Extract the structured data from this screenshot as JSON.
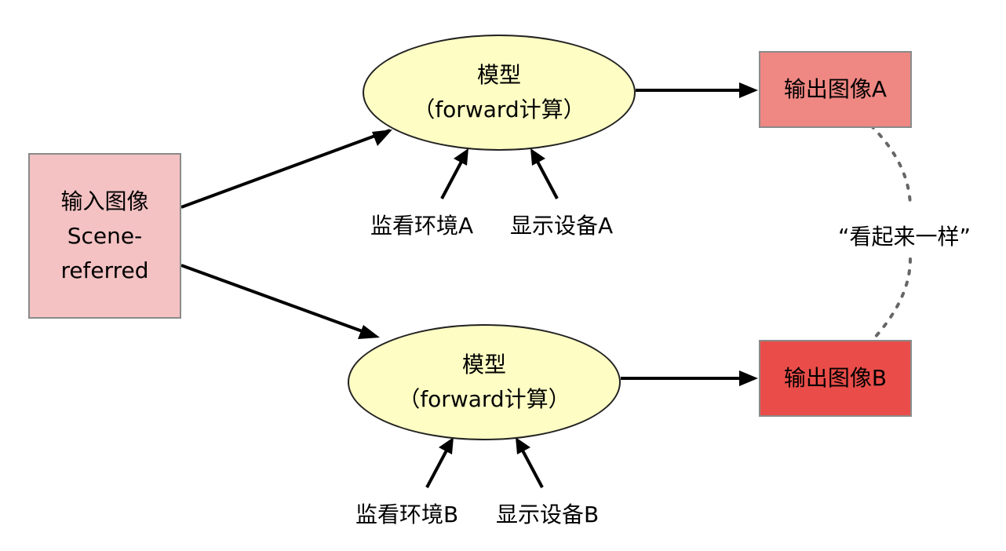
{
  "input_box": {
    "line1": "输入图像",
    "line2": "Scene-",
    "line3": "referred"
  },
  "model_a": {
    "line1": "模型",
    "line2": "（forward计算）"
  },
  "model_b": {
    "line1": "模型",
    "line2": "（forward计算）"
  },
  "output_a": {
    "label": "输出图像A"
  },
  "output_b": {
    "label": "输出图像B"
  },
  "inputs_a": {
    "environment": "监看环境A",
    "device": "显示设备A"
  },
  "inputs_b": {
    "environment": "监看环境B",
    "device": "显示设备B"
  },
  "comparison_label": "“看起来一样”",
  "colors": {
    "input_fill": "#f4c2c3",
    "output_a_fill": "#ef8783",
    "output_b_fill": "#ea4d49",
    "model_fill": "#fdfdc4",
    "arrow": "#000000",
    "dotted_line": "#666666"
  }
}
